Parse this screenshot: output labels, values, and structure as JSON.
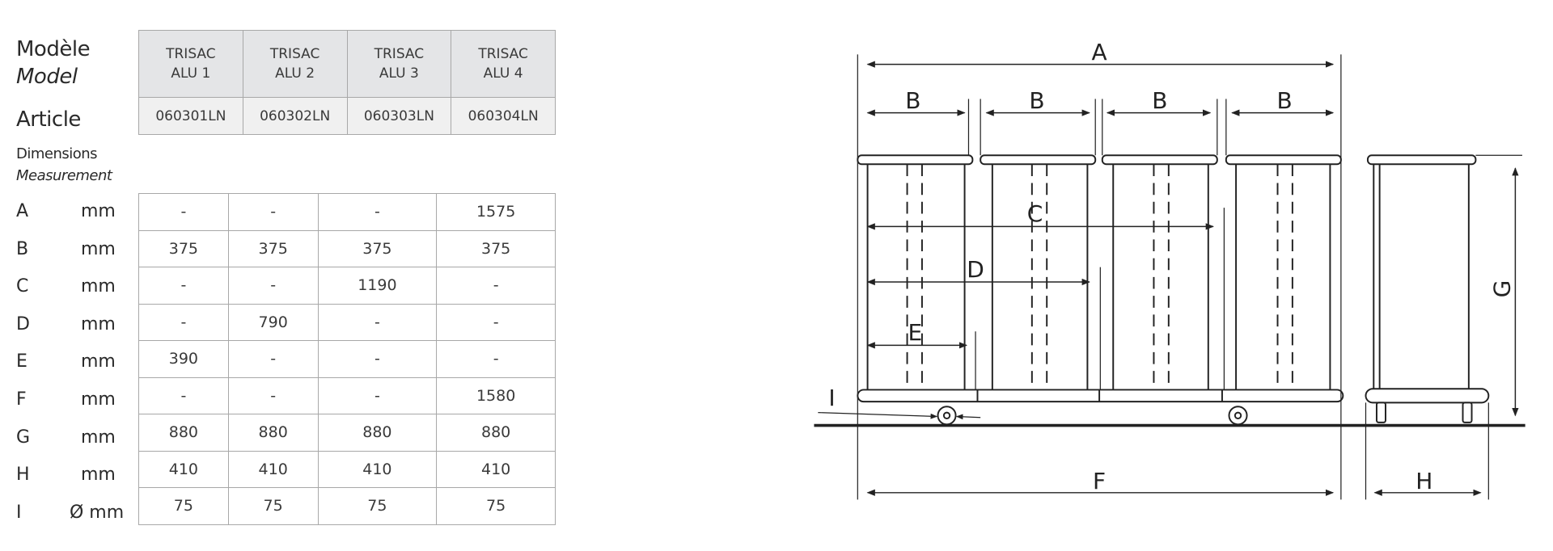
{
  "labels": {
    "model_fr": "Modèle",
    "model_en": "Model",
    "article": "Article",
    "dimensions_fr": "Dimensions",
    "dimensions_en": "Measurement"
  },
  "models": [
    {
      "line1": "TRISAC",
      "line2": "ALU 1",
      "article": "060301LN"
    },
    {
      "line1": "TRISAC",
      "line2": "ALU 2",
      "article": "060302LN"
    },
    {
      "line1": "TRISAC",
      "line2": "ALU 3",
      "article": "060303LN"
    },
    {
      "line1": "TRISAC",
      "line2": "ALU 4",
      "article": "060304LN"
    }
  ],
  "dimensions": [
    {
      "letter": "A",
      "unit": "mm",
      "values": [
        "-",
        "-",
        "-",
        "1575"
      ]
    },
    {
      "letter": "B",
      "unit": "mm",
      "values": [
        "375",
        "375",
        "375",
        "375"
      ]
    },
    {
      "letter": "C",
      "unit": "mm",
      "values": [
        "-",
        "-",
        "1190",
        "-"
      ]
    },
    {
      "letter": "D",
      "unit": "mm",
      "values": [
        "-",
        "790",
        "-",
        "-"
      ]
    },
    {
      "letter": "E",
      "unit": "mm",
      "values": [
        "390",
        "-",
        "-",
        "-"
      ]
    },
    {
      "letter": "F",
      "unit": "mm",
      "values": [
        "-",
        "-",
        "-",
        "1580"
      ]
    },
    {
      "letter": "G",
      "unit": "mm",
      "values": [
        "880",
        "880",
        "880",
        "880"
      ]
    },
    {
      "letter": "H",
      "unit": "mm",
      "values": [
        "410",
        "410",
        "410",
        "410"
      ]
    },
    {
      "letter": "I",
      "unit": "Ø mm",
      "values": [
        "75",
        "75",
        "75",
        "75"
      ]
    }
  ],
  "diagram": {
    "A": "A",
    "B": "B",
    "C": "C",
    "D": "D",
    "E": "E",
    "F": "F",
    "G": "G",
    "H": "H",
    "I": "I"
  }
}
